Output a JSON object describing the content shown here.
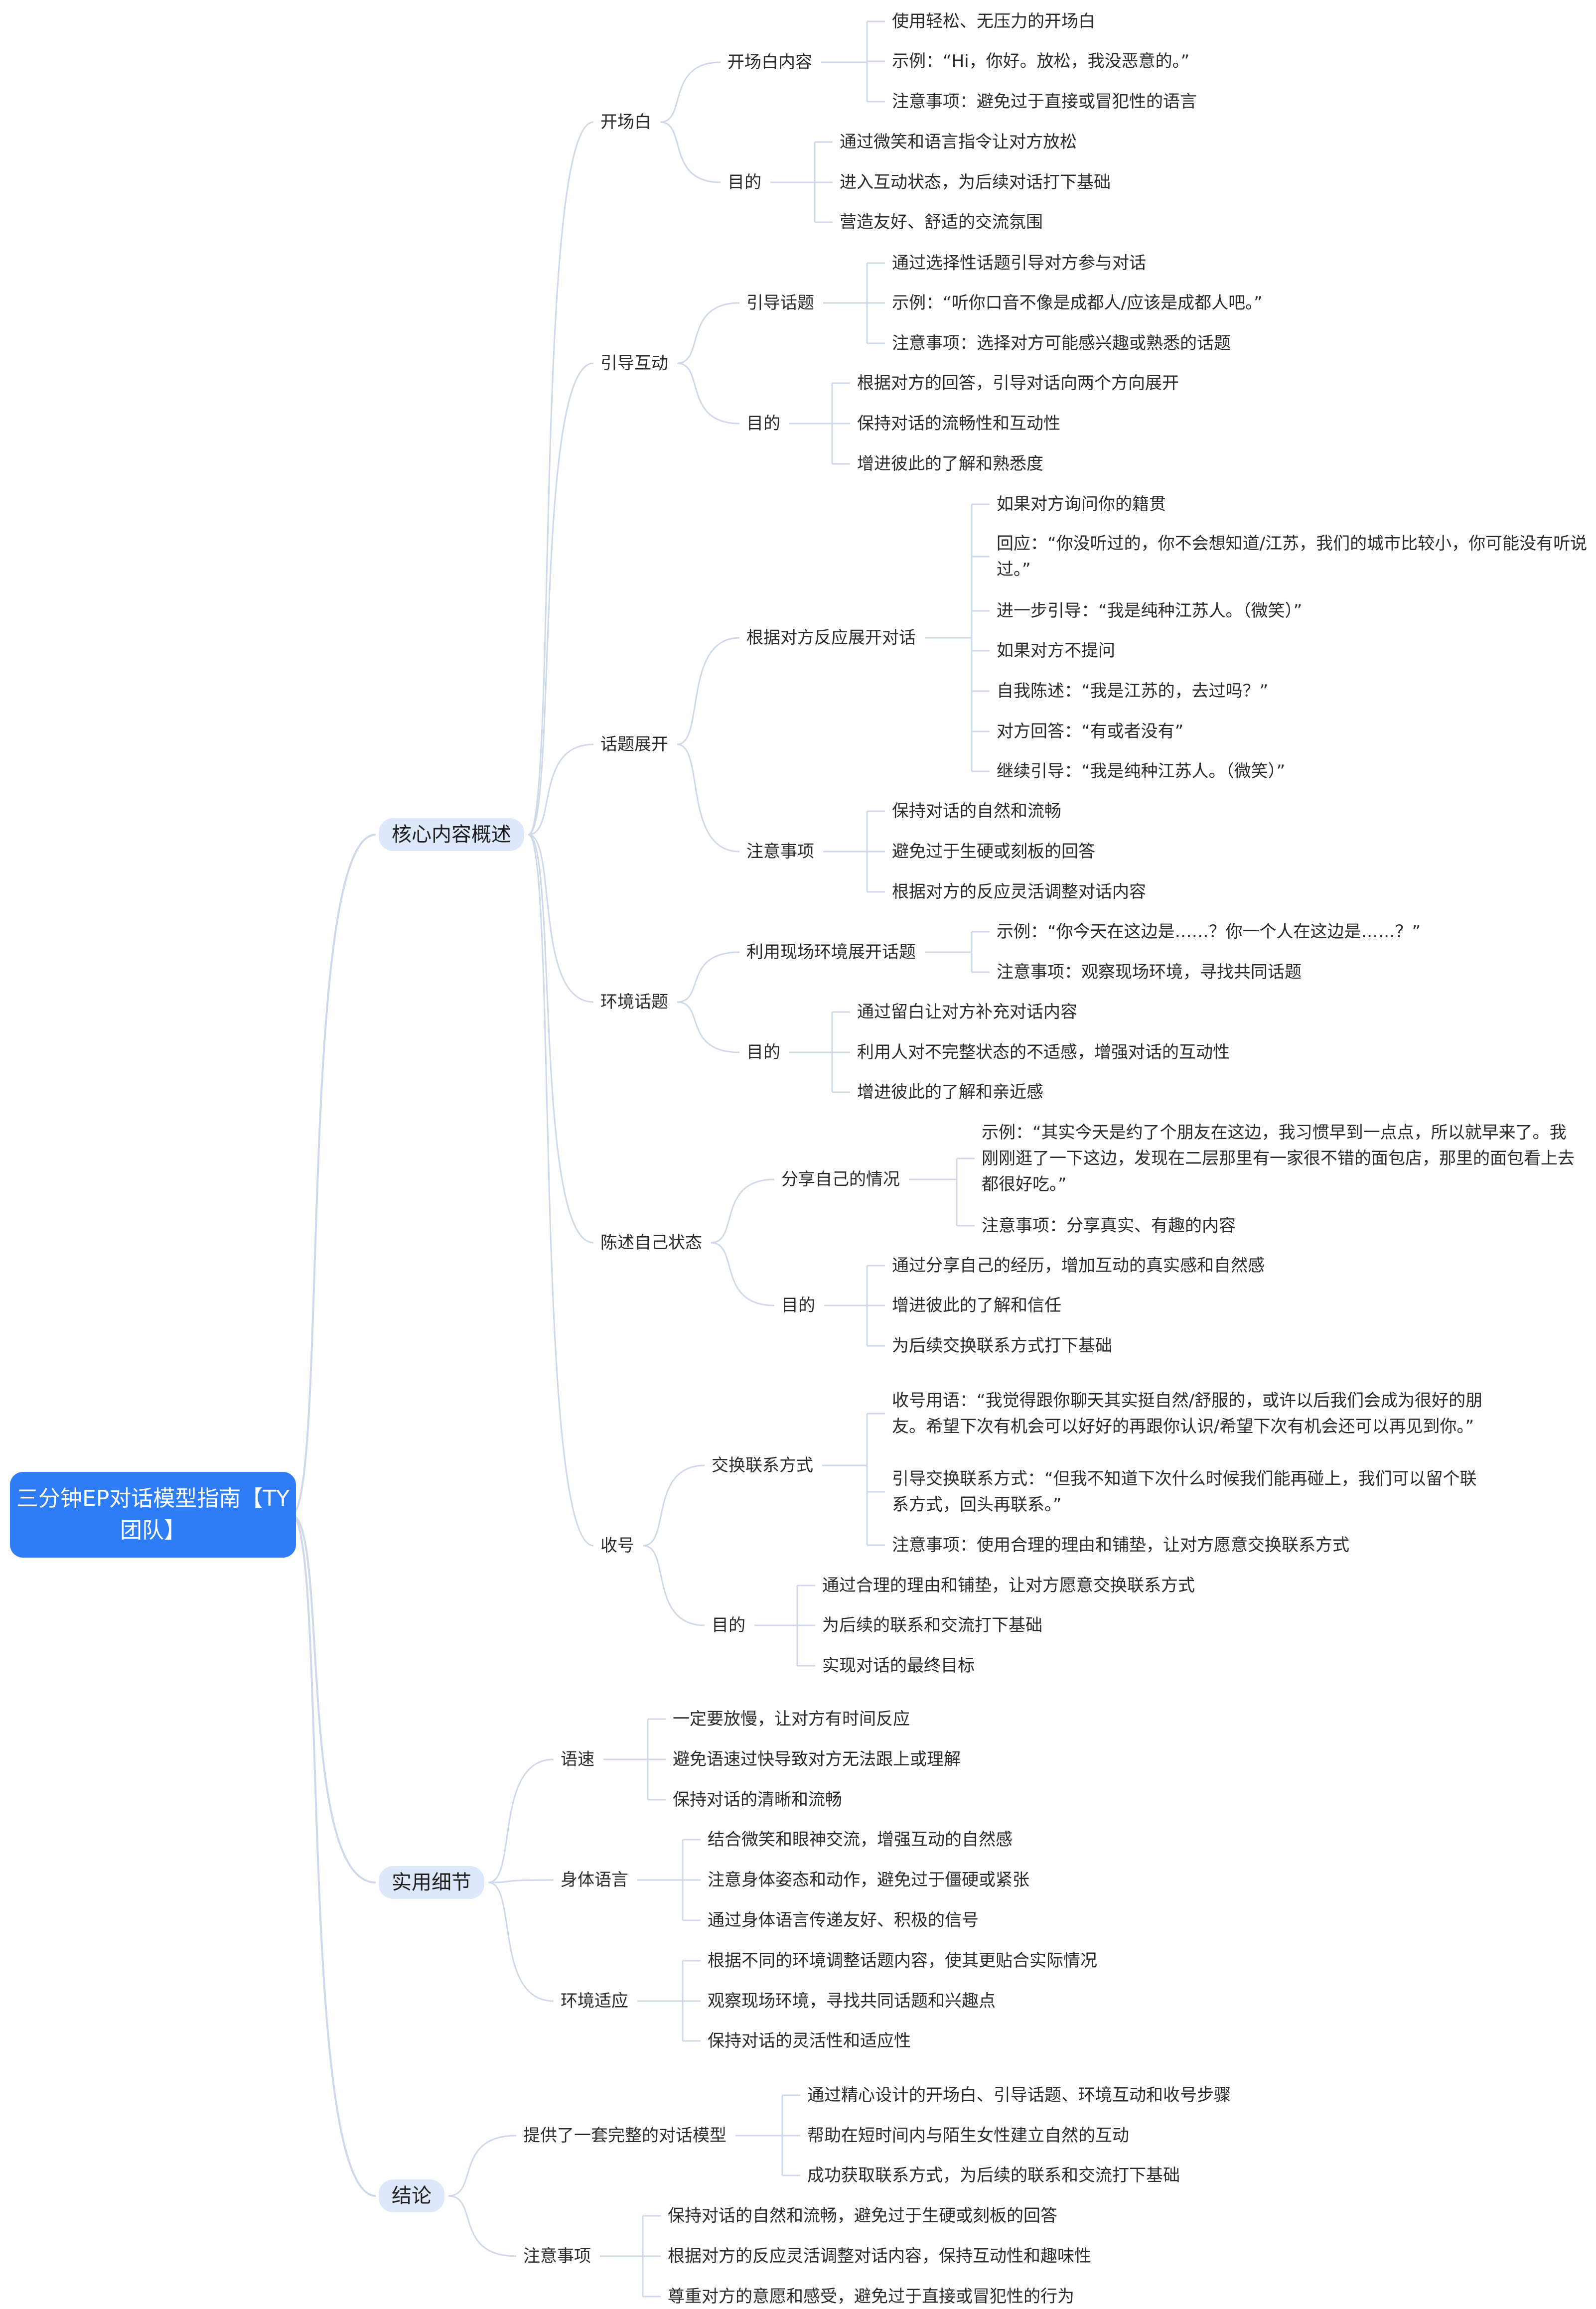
{
  "title": "三分钟EP对话模型指南【TY团队】",
  "colors": {
    "root_bg": "#2e7cf6",
    "root_text": "#ffffff",
    "level1_bg": "#dde8fb",
    "line": "#cfd9ea",
    "text": "#2b2b2b"
  },
  "branches": [
    {
      "label": "核心内容概述",
      "children": [
        {
          "label": "开场白",
          "children": [
            {
              "label": "开场白内容",
              "children": [
                {
                  "label": "使用轻松、无压力的开场白"
                },
                {
                  "label": "示例：“Hi，你好。放松，我没恶意的。”"
                },
                {
                  "label": "注意事项：避免过于直接或冒犯性的语言"
                }
              ]
            },
            {
              "label": "目的",
              "children": [
                {
                  "label": "通过微笑和语言指令让对方放松"
                },
                {
                  "label": "进入互动状态，为后续对话打下基础"
                },
                {
                  "label": "营造友好、舒适的交流氛围"
                }
              ]
            }
          ]
        },
        {
          "label": "引导互动",
          "children": [
            {
              "label": "引导话题",
              "children": [
                {
                  "label": "通过选择性话题引导对方参与对话"
                },
                {
                  "label": "示例：“听你口音不像是成都人/应该是成都人吧。”"
                },
                {
                  "label": "注意事项：选择对方可能感兴趣或熟悉的话题"
                }
              ]
            },
            {
              "label": "目的",
              "children": [
                {
                  "label": "根据对方的回答，引导对话向两个方向展开"
                },
                {
                  "label": "保持对话的流畅性和互动性"
                },
                {
                  "label": "增进彼此的了解和熟悉度"
                }
              ]
            }
          ]
        },
        {
          "label": "话题展开",
          "children": [
            {
              "label": "根据对方反应展开对话",
              "children": [
                {
                  "label": "如果对方询问你的籍贯"
                },
                {
                  "label": "回应：“你没听过的，你不会想知道/江苏，我们的城市比较小，你可能没有听说过。”"
                },
                {
                  "label": "进一步引导：“我是纯种江苏人。（微笑）”"
                },
                {
                  "label": "如果对方不提问"
                },
                {
                  "label": "自我陈述：“我是江苏的，去过吗？”"
                },
                {
                  "label": "对方回答：“有或者没有”"
                },
                {
                  "label": "继续引导：“我是纯种江苏人。（微笑）”"
                }
              ]
            },
            {
              "label": "注意事项",
              "children": [
                {
                  "label": "保持对话的自然和流畅"
                },
                {
                  "label": "避免过于生硬或刻板的回答"
                },
                {
                  "label": "根据对方的反应灵活调整对话内容"
                }
              ]
            }
          ]
        },
        {
          "label": "环境话题",
          "children": [
            {
              "label": "利用现场环境展开话题",
              "children": [
                {
                  "label": "示例：“你今天在这边是……？你一个人在这边是……？”"
                },
                {
                  "label": "注意事项：观察现场环境，寻找共同话题"
                }
              ]
            },
            {
              "label": "目的",
              "children": [
                {
                  "label": "通过留白让对方补充对话内容"
                },
                {
                  "label": "利用人对不完整状态的不适感，增强对话的互动性"
                },
                {
                  "label": "增进彼此的了解和亲近感"
                }
              ]
            }
          ]
        },
        {
          "label": "陈述自己状态",
          "children": [
            {
              "label": "分享自己的情况",
              "children": [
                {
                  "label": "示例：“其实今天是约了个朋友在这边，我习惯早到一点点，所以就早来了。我刚刚逛了一下这边，发现在二层那里有一家很不错的面包店，那里的面包看上去都很好吃。”"
                },
                {
                  "label": "注意事项：分享真实、有趣的内容"
                }
              ]
            },
            {
              "label": "目的",
              "children": [
                {
                  "label": "通过分享自己的经历，增加互动的真实感和自然感"
                },
                {
                  "label": "增进彼此的了解和信任"
                },
                {
                  "label": "为后续交换联系方式打下基础"
                }
              ]
            }
          ]
        },
        {
          "label": "收号",
          "children": [
            {
              "label": "交换联系方式",
              "children": [
                {
                  "label": "收号用语：“我觉得跟你聊天其实挺自然/舒服的，或许以后我们会成为很好的朋友。希望下次有机会可以好好的再跟你认识/希望下次有机会还可以再见到你。”"
                },
                {
                  "label": "引导交换联系方式：“但我不知道下次什么时候我们能再碰上，我们可以留个联系方式，回头再联系。”"
                },
                {
                  "label": "注意事项：使用合理的理由和铺垫，让对方愿意交换联系方式"
                }
              ]
            },
            {
              "label": "目的",
              "children": [
                {
                  "label": "通过合理的理由和铺垫，让对方愿意交换联系方式"
                },
                {
                  "label": "为后续的联系和交流打下基础"
                },
                {
                  "label": "实现对话的最终目标"
                }
              ]
            }
          ]
        }
      ]
    },
    {
      "label": "实用细节",
      "children": [
        {
          "label": "语速",
          "children": [
            {
              "label": "一定要放慢，让对方有时间反应"
            },
            {
              "label": "避免语速过快导致对方无法跟上或理解"
            },
            {
              "label": "保持对话的清晰和流畅"
            }
          ]
        },
        {
          "label": "身体语言",
          "children": [
            {
              "label": "结合微笑和眼神交流，增强互动的自然感"
            },
            {
              "label": "注意身体姿态和动作，避免过于僵硬或紧张"
            },
            {
              "label": "通过身体语言传递友好、积极的信号"
            }
          ]
        },
        {
          "label": "环境适应",
          "children": [
            {
              "label": "根据不同的环境调整话题内容，使其更贴合实际情况"
            },
            {
              "label": "观察现场环境，寻找共同话题和兴趣点"
            },
            {
              "label": "保持对话的灵活性和适应性"
            }
          ]
        }
      ]
    },
    {
      "label": "结论",
      "children": [
        {
          "label": "提供了一套完整的对话模型",
          "children": [
            {
              "label": "通过精心设计的开场白、引导话题、环境互动和收号步骤"
            },
            {
              "label": "帮助在短时间内与陌生女性建立自然的互动"
            },
            {
              "label": "成功获取联系方式，为后续的联系和交流打下基础"
            }
          ]
        },
        {
          "label": "注意事项",
          "children": [
            {
              "label": "保持对话的自然和流畅，避免过于生硬或刻板的回答"
            },
            {
              "label": "根据对方的反应灵活调整对话内容，保持互动性和趣味性"
            },
            {
              "label": "尊重对方的意愿和感受，避免过于直接或冒犯性的行为"
            }
          ]
        }
      ]
    }
  ]
}
